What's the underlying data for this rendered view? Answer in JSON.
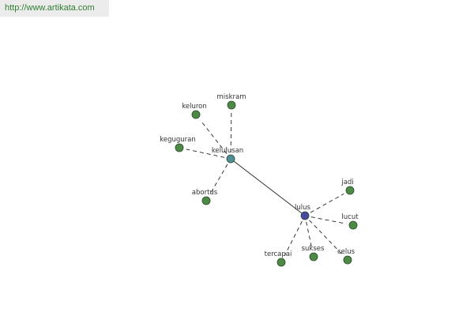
{
  "banner": {
    "url_text": "http://www.artikata.com"
  },
  "colors": {
    "banner_bg": "#ececec",
    "banner_text": "#2f7d2f",
    "leaf_node": "#4d8a46",
    "hub_node_kelulusan": "#4f8f95",
    "hub_node_lulus": "#4848a0",
    "edge": "#222222"
  },
  "graph": {
    "hubs": [
      {
        "id": "kelulusan",
        "label": "kelulusan"
      },
      {
        "id": "lulus",
        "label": "lulus"
      }
    ],
    "leaves": [
      {
        "id": "miskram",
        "label": "miskram",
        "hub": "kelulusan"
      },
      {
        "id": "keluron",
        "label": "keluron",
        "hub": "kelulusan"
      },
      {
        "id": "keguguran",
        "label": "keguguran",
        "hub": "kelulusan"
      },
      {
        "id": "abortus",
        "label": "abortus",
        "hub": "kelulusan"
      },
      {
        "id": "jadi",
        "label": "jadi",
        "hub": "lulus"
      },
      {
        "id": "lucut",
        "label": "lucut",
        "hub": "lulus"
      },
      {
        "id": "celus",
        "label": "celus",
        "hub": "lulus"
      },
      {
        "id": "sukses",
        "label": "sukses",
        "hub": "lulus"
      },
      {
        "id": "tercapai",
        "label": "tercapai",
        "hub": "lulus"
      }
    ],
    "hub_link": {
      "from": "kelulusan",
      "to": "lulus"
    }
  }
}
